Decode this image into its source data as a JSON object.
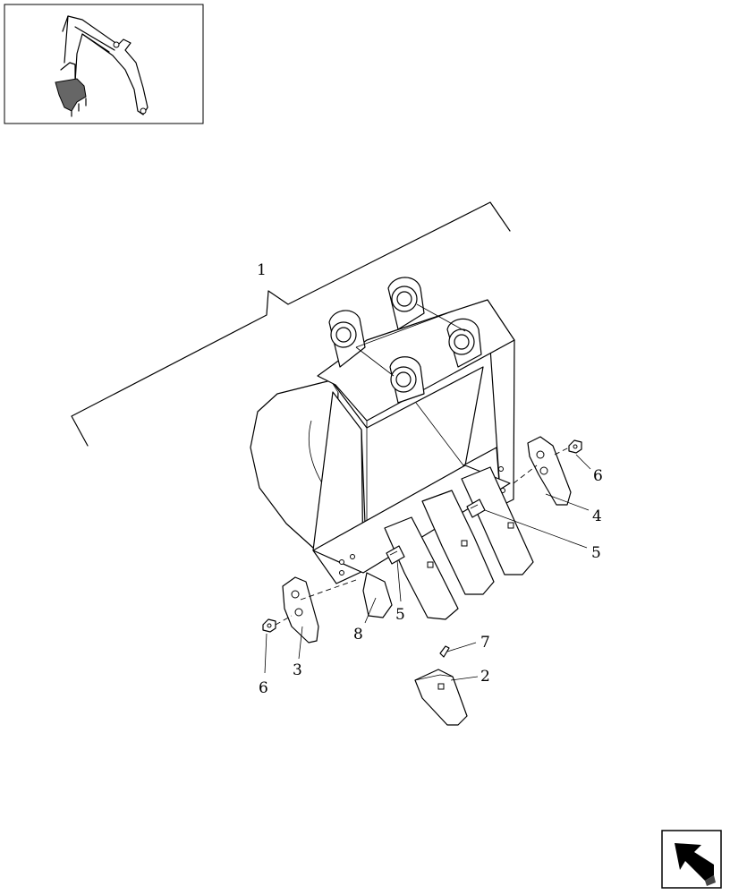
{
  "callouts": [
    {
      "id": "c1",
      "label": "1"
    },
    {
      "id": "c2",
      "label": "2"
    },
    {
      "id": "c3",
      "label": "3"
    },
    {
      "id": "c4",
      "label": "4"
    },
    {
      "id": "c5a",
      "label": "5"
    },
    {
      "id": "c5b",
      "label": "5"
    },
    {
      "id": "c6a",
      "label": "6"
    },
    {
      "id": "c6b",
      "label": "6"
    },
    {
      "id": "c7",
      "label": "7"
    },
    {
      "id": "c8",
      "label": "8"
    }
  ],
  "icons": {
    "thumbnail": "excavator-arm-thumbnail-icon",
    "navigation": "return-arrow-icon"
  }
}
